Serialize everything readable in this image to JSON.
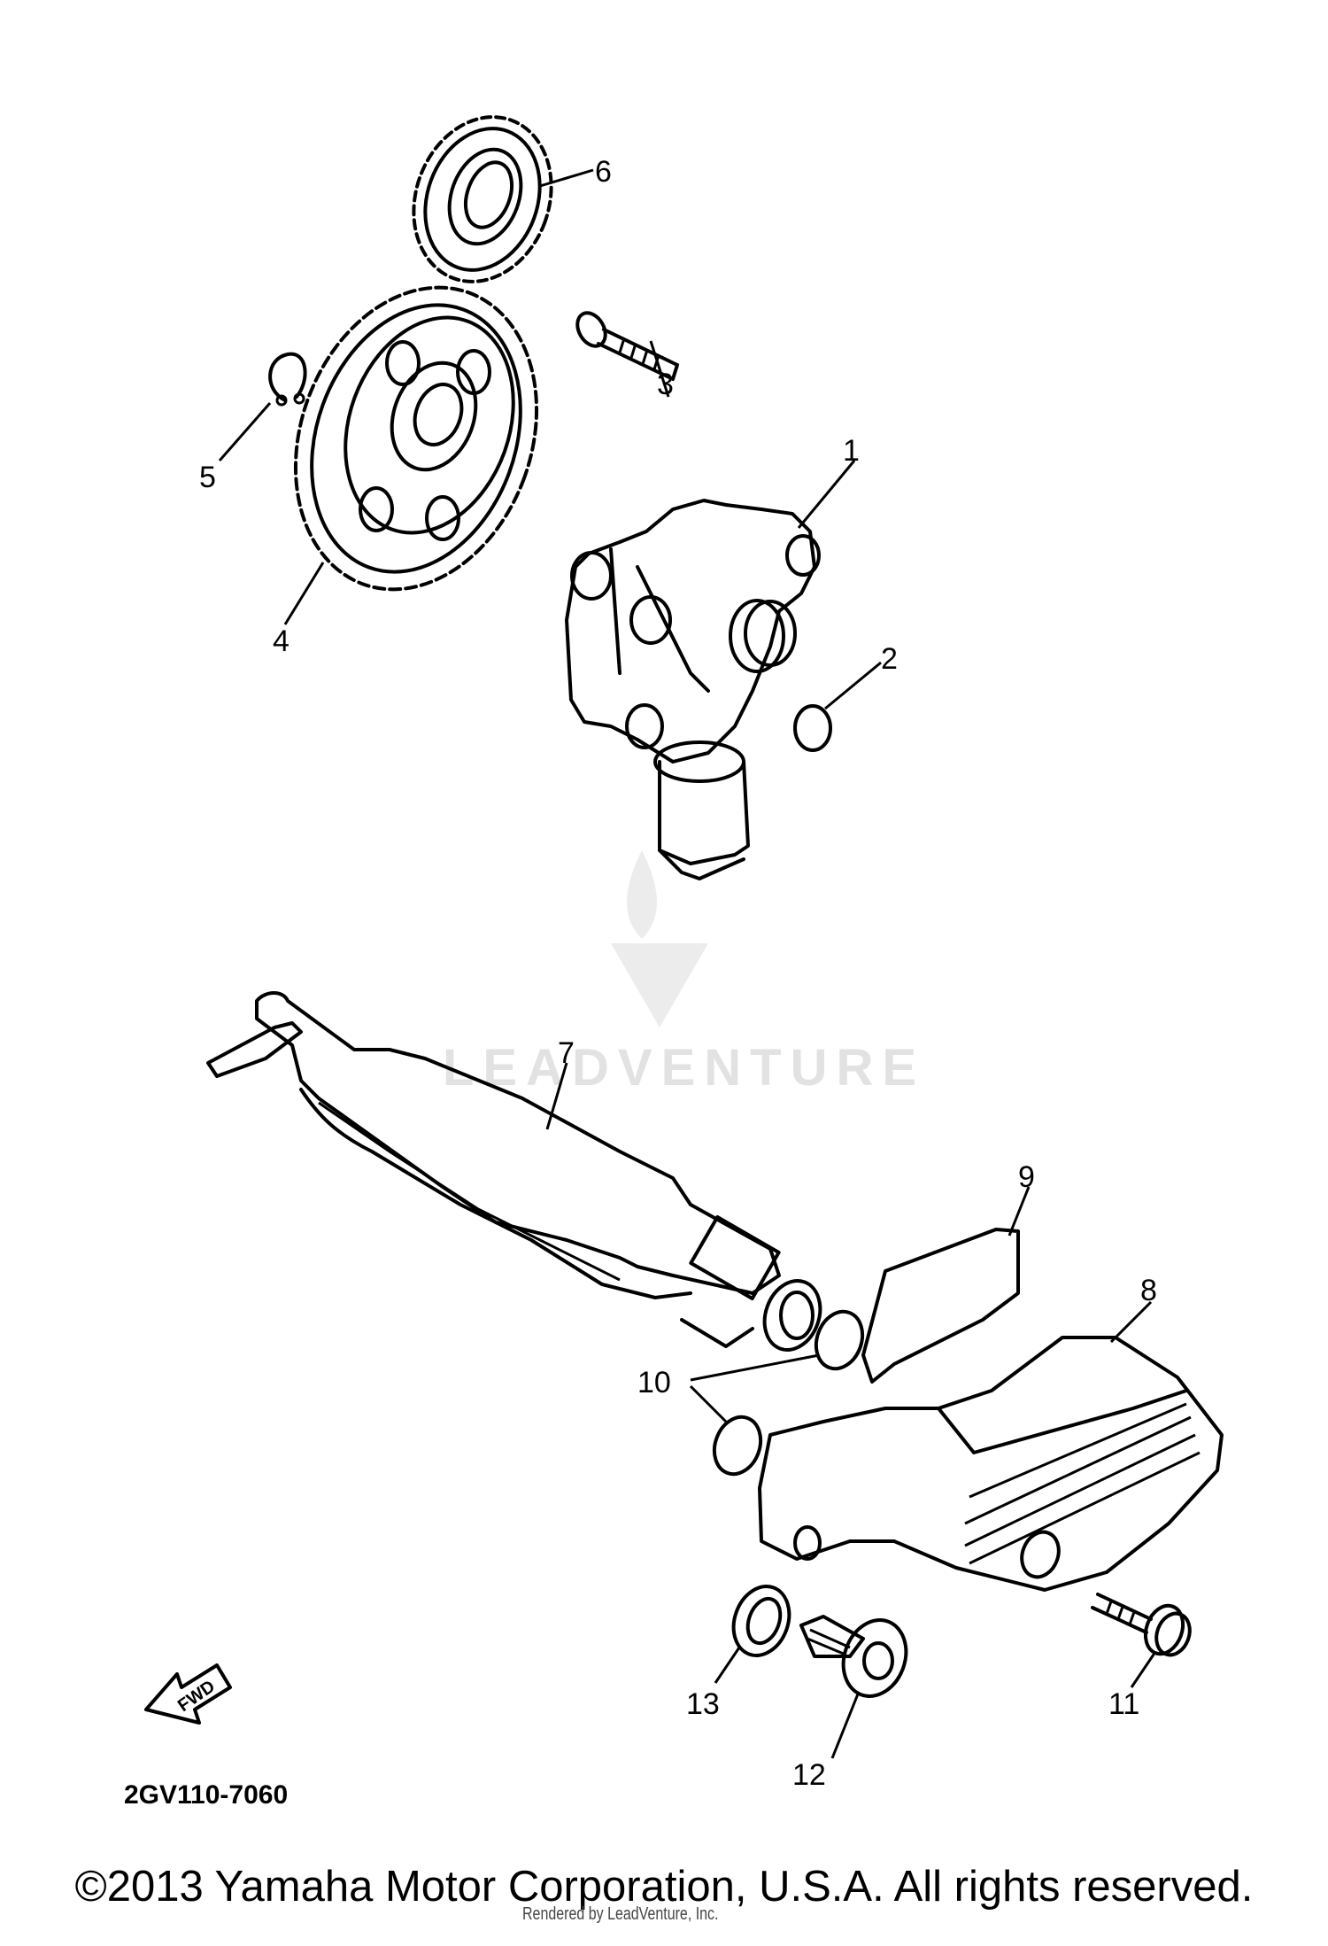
{
  "diagram": {
    "code": "2GV110-7060",
    "fwd_label": "FWD",
    "watermark": "LEADVENTURE",
    "labels": {
      "p1": "1",
      "p2": "2",
      "p3": "3",
      "p4": "4",
      "p5": "5",
      "p6": "6",
      "p7": "7",
      "p8": "8",
      "p9": "9",
      "p10": "10",
      "p11": "11",
      "p12": "12",
      "p13": "13"
    }
  },
  "footer": {
    "copyright": "©2013 Yamaha Motor Corporation, U.S.A. All rights reserved.",
    "rendered_by": "Rendered by LeadVenture, Inc."
  }
}
